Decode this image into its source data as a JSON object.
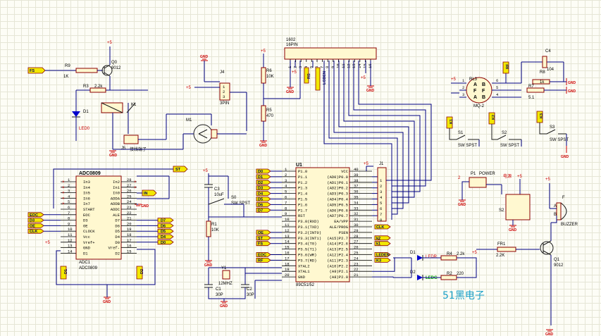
{
  "power": "+5",
  "gnd": "GND",
  "watermark": "51黑电子",
  "ic_u1": {
    "ref": "U1",
    "name": "89C51/52",
    "left_pins": [
      {
        "n": "1",
        "l": "P1.0"
      },
      {
        "n": "2",
        "l": "P1.1"
      },
      {
        "n": "3",
        "l": "P1.2"
      },
      {
        "n": "4",
        "l": "P1.3"
      },
      {
        "n": "5",
        "l": "P1.4"
      },
      {
        "n": "6",
        "l": "P1.5"
      },
      {
        "n": "7",
        "l": "P1.6"
      },
      {
        "n": "8",
        "l": "P1.7"
      },
      {
        "n": "9",
        "l": "RST"
      },
      {
        "n": "10",
        "l": "P3.0(RXD)"
      },
      {
        "n": "11",
        "l": "P3.1(TXD)"
      },
      {
        "n": "12",
        "l": "P3.2(INT0)"
      },
      {
        "n": "13",
        "l": "P3.3(INT1)"
      },
      {
        "n": "14",
        "l": "P3.4(T0)"
      },
      {
        "n": "15",
        "l": "P3.5(T1)"
      },
      {
        "n": "16",
        "l": "P3.6(WR)"
      },
      {
        "n": "17",
        "l": "P3.7(RD)"
      },
      {
        "n": "18",
        "l": "XTAL2"
      },
      {
        "n": "19",
        "l": "XTAL1"
      },
      {
        "n": "20",
        "l": "GND"
      }
    ],
    "right_pins": [
      {
        "n": "40",
        "l": "VCC"
      },
      {
        "n": "39",
        "l": "(AD0)P0.0"
      },
      {
        "n": "38",
        "l": "(AD1)P0.1"
      },
      {
        "n": "37",
        "l": "(AD2)P0.2"
      },
      {
        "n": "36",
        "l": "(AD3)P0.3"
      },
      {
        "n": "35",
        "l": "(AD4)P0.4"
      },
      {
        "n": "34",
        "l": "(AD5)P0.5"
      },
      {
        "n": "33",
        "l": "(AD6)P0.6"
      },
      {
        "n": "32",
        "l": "(AD7)P0.7"
      },
      {
        "n": "31",
        "l": "EA/VPP"
      },
      {
        "n": "30",
        "l": "ALE/PROG"
      },
      {
        "n": "29",
        "l": "PSEN"
      },
      {
        "n": "28",
        "l": "(A15)P2.7"
      },
      {
        "n": "27",
        "l": "(A14)P2.6"
      },
      {
        "n": "26",
        "l": "(A13)P2.5"
      },
      {
        "n": "25",
        "l": "(A12)P2.4"
      },
      {
        "n": "24",
        "l": "(A11)P2.3"
      },
      {
        "n": "23",
        "l": "(A10)P2.2"
      },
      {
        "n": "22",
        "l": "(A9)P2.1"
      },
      {
        "n": "21",
        "l": "(A8)P2.0"
      }
    ],
    "left_tags": [
      "D0",
      "D1",
      "D2",
      "D3",
      "D4",
      "D5",
      "D6",
      "D7"
    ],
    "left_tags2": [
      "OE",
      "ST",
      "FS",
      "EOC",
      "RF"
    ],
    "right_tags": [
      "CLK",
      "k2",
      "k1",
      "LEDEN",
      "K3"
    ]
  },
  "ic_adc": {
    "ref": "ADC0809",
    "sub": "ADC1",
    "name": "ADC0809",
    "left_pins": [
      {
        "n": "1",
        "l": "In3"
      },
      {
        "n": "2",
        "l": "In4"
      },
      {
        "n": "3",
        "l": "In5"
      },
      {
        "n": "4",
        "l": "In6"
      },
      {
        "n": "5",
        "l": "In7"
      },
      {
        "n": "6",
        "l": "START"
      },
      {
        "n": "7",
        "l": "EOC"
      },
      {
        "n": "8",
        "l": "D3"
      },
      {
        "n": "9",
        "l": "OE"
      },
      {
        "n": "10",
        "l": "CLOCK"
      },
      {
        "n": "11",
        "l": "Vcc"
      },
      {
        "n": "12",
        "l": "Vref+"
      },
      {
        "n": "13",
        "l": "GND"
      },
      {
        "n": "14",
        "l": "D1"
      }
    ],
    "right_pins": [
      {
        "n": "28",
        "l": "In2"
      },
      {
        "n": "27",
        "l": "In1"
      },
      {
        "n": "26",
        "l": "In0"
      },
      {
        "n": "25",
        "l": "ADDA"
      },
      {
        "n": "24",
        "l": "ADDB"
      },
      {
        "n": "23",
        "l": "ADDC"
      },
      {
        "n": "22",
        "l": "ALE"
      },
      {
        "n": "21",
        "l": "D7"
      },
      {
        "n": "20",
        "l": "D6"
      },
      {
        "n": "19",
        "l": "D5"
      },
      {
        "n": "18",
        "l": "D4"
      },
      {
        "n": "17",
        "l": "D0"
      },
      {
        "n": "16",
        "l": "Vref-"
      },
      {
        "n": "15",
        "l": "D2"
      }
    ],
    "left_tags": [
      "EOC",
      "D3",
      "OE",
      "CLK"
    ],
    "right_tags": [
      "D7",
      "D6",
      "D5",
      "D4",
      "D0"
    ],
    "top_tag": "ST",
    "in_tag": "IN"
  },
  "lcd": {
    "ref": "1602",
    "name": "16PIN",
    "pins": [
      "1",
      "2",
      "3",
      "4",
      "5",
      "6",
      "7",
      "8",
      "9",
      "10",
      "11",
      "12",
      "13",
      "14",
      "15",
      "16"
    ]
  },
  "header_j1": {
    "ref": "J1",
    "pins": [
      "1",
      "2",
      "3",
      "4",
      "5",
      "6",
      "7",
      "8"
    ]
  },
  "labels": {
    "fs": "FS",
    "r9": "R9",
    "r9v": "1K",
    "q0": "Q0",
    "q0v": "9012",
    "r3": "R3",
    "r3v": "2.2k",
    "k1": "K1",
    "d1": "D1",
    "d1v": "LED0",
    "j5": "J5",
    "j5v": "接线端子",
    "j4": "J4",
    "j4v": "3PIN",
    "m1": "M1",
    "r6": "R6",
    "r6v": "10K",
    "r5": "R5",
    "r5v": "470",
    "c4": "C4",
    "c4v": "104",
    "rl3": "RL3",
    "rl3v": "MQ-2",
    "r8": "R8",
    "r8v": "1k",
    "r7": "R7",
    "r7v": "5.1",
    "rf": "RF",
    "k1t": "K1",
    "k2t": "K2",
    "k3t": "K3",
    "s1": "S1",
    "s1v": "SW SPST",
    "s2": "S2",
    "s2v": "SW SPST",
    "s3": "S3",
    "s3v": "SW SPST",
    "c3": "C3",
    "c3v": "10uF",
    "s0": "S0",
    "s0v": "SW SPST",
    "r1": "R1",
    "r1v": "10K",
    "y1": "Y1",
    "y1v": "12MHZ",
    "c1": "C1",
    "c1v": "30P",
    "c2": "C2",
    "c2v": "30P",
    "p1": "P1",
    "p1v": "POWER",
    "power_cn": "电源",
    "s2b": "S2",
    "ledr": "LEDR",
    "ledg": "LEDG",
    "dr": "D1",
    "dg": "D2",
    "r4": "R4",
    "r4v": "2.2k",
    "r2": "R2",
    "r2v": "220",
    "fr1": "FR1",
    "fr1v": "2.2K",
    "q1": "Q1",
    "q1v": "9012",
    "buz": "BUZZER",
    "f": "F"
  }
}
